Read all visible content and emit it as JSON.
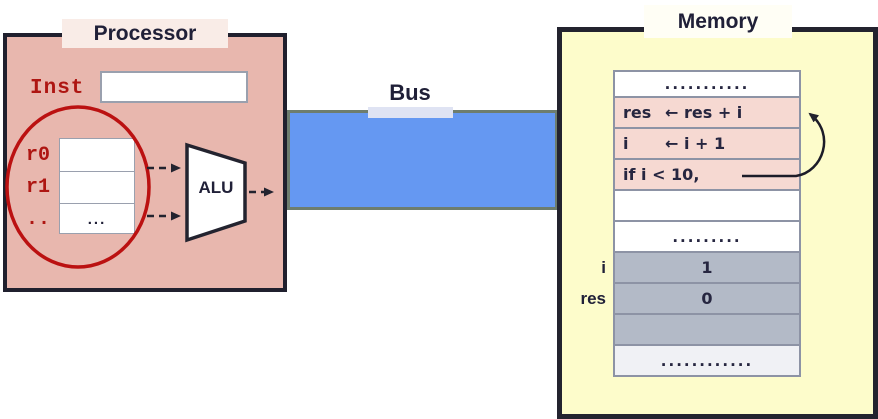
{
  "colors": {
    "processor_fill": "#e8b7ae",
    "processor_border": "#20202e",
    "title_text": "#202038",
    "red_text": "#ae1612",
    "red_circle": "#bb1111",
    "box_border": "#9aa0ae",
    "bus_fill": "#6598f2",
    "bus_border": "#6e7d6e",
    "memory_fill": "#fdfccb",
    "memory_border": "#23232f",
    "table_border": "#8d93a5",
    "row_pink": "#f6d9d2",
    "row_gray": "#b3bac7",
    "row_light": "#f0f1f5",
    "row_text": "#262640",
    "arrow_color": "#23232f"
  },
  "processor": {
    "title": "Processor",
    "inst_label": "Inst",
    "registers": [
      {
        "label": "r0",
        "value": ""
      },
      {
        "label": "r1",
        "value": ""
      },
      {
        "label": "..",
        "value": "..."
      }
    ],
    "alu_label": "ALU"
  },
  "bus": {
    "title": "Bus"
  },
  "memory": {
    "title": "Memory",
    "rows": [
      {
        "text": "...........",
        "bg": "white"
      },
      {
        "var": "res",
        "expr": "← res + i",
        "bg": "pink"
      },
      {
        "var": "i",
        "expr": "← i + 1",
        "bg": "pink"
      },
      {
        "text": "if i < 10,",
        "bg": "pink"
      },
      {
        "text": "",
        "bg": "white"
      },
      {
        "text": ".........",
        "bg": "white"
      },
      {
        "text": "1",
        "side_label": "i",
        "bg": "gray"
      },
      {
        "text": "0",
        "side_label": "res",
        "bg": "gray"
      },
      {
        "text": "",
        "bg": "gray"
      },
      {
        "text": "............",
        "bg": "light"
      }
    ]
  }
}
